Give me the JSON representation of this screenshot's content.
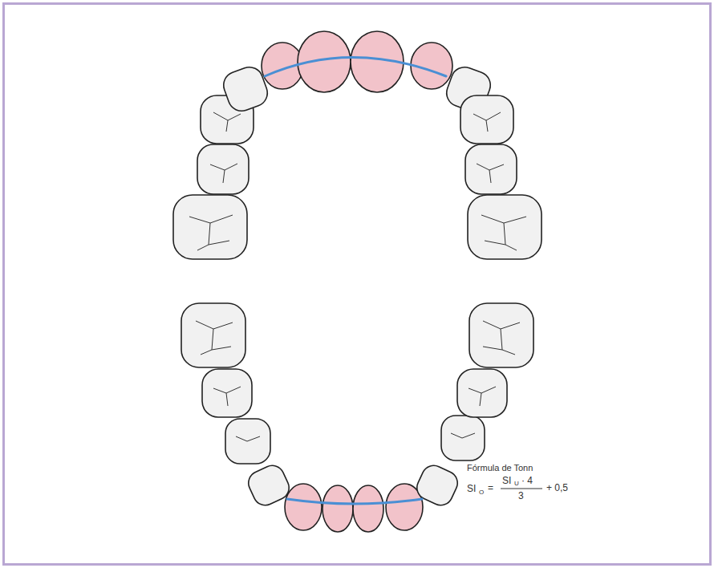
{
  "diagram": {
    "labels": [
      "Fórmula de Tonn",
      "SI",
      "O",
      "=",
      "SI",
      "U",
      "· 4",
      "3",
      "+ 0,5"
    ]
  }
}
